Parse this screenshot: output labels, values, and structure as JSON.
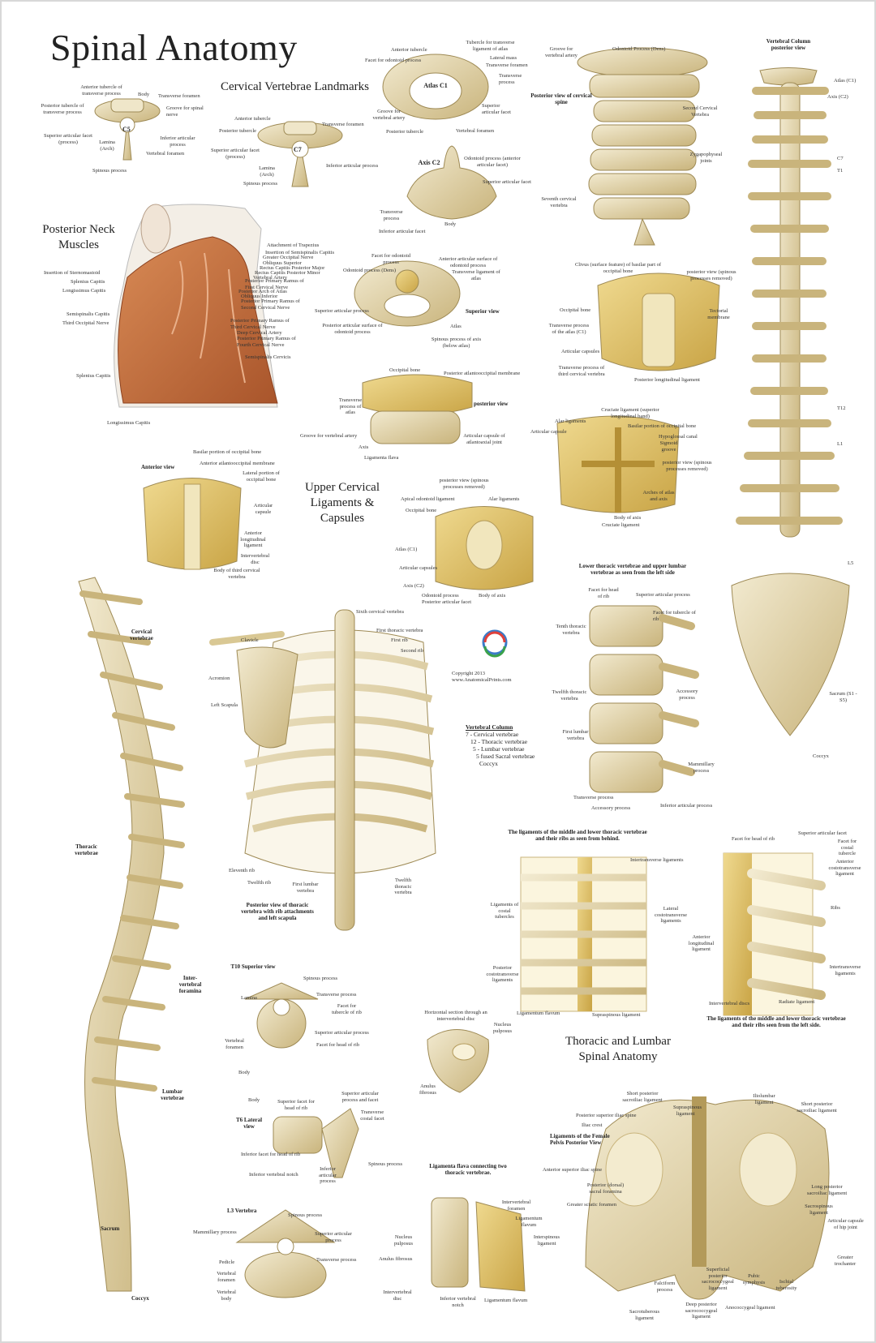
{
  "title": "Spinal Anatomy",
  "headings": {
    "cervical_landmarks": "Cervical Vertebrae Landmarks",
    "posterior_neck": "Posterior Neck Muscles",
    "upper_cervical": "Upper Cervical Ligaments & Capsules",
    "thoracic_lumbar": "Thoracic and Lumbar Spinal Anatomy"
  },
  "copyright": "Copyright 2013\nwww.AnatomicalPrints.com",
  "vertebral_column_legend": {
    "title": "Vertebral Column",
    "lines": [
      "7 - Cervical vertebrae",
      "12 - Thoracic vertebrae",
      "5 - Lumbar vertebrae",
      "5 fused Sacral vertebrae",
      "Coccyx"
    ]
  },
  "view_titles": {
    "posterior_view_cervical_spine": "Posterior view of cervical spine",
    "vertebral_column_posterior": "Vertebral Column posterior view",
    "superior_view": "Superior view",
    "posterior_view": "posterior view",
    "anterior_view": "Anterior view",
    "posterior_view_removed": "posterior view (spinous processes removed)",
    "posterior_view_thoracic": "Posterior view of thoracic vertebra with rib attachments and left scapula",
    "lower_thoracic_upper_lumbar": "Lower thoracic vertebrae and upper lumbar vertebrae as seen from the left side",
    "ligaments_middle_lower_behind": "The ligaments of the middle and lower thoracic vertebrae and their ribs as seen from behind.",
    "ligaments_middle_lower_left": "The ligaments of the middle and lower thoracic vertebrae and their ribs seen from the left side.",
    "t10_superior": "T10 Superior view",
    "t6_lateral": "T6 Lateral view",
    "l3_vertebra": "L3 Vertebra",
    "horizontal_section": "Horizontal section through an intervertebral disc",
    "ligamenta_flava": "Ligamenta flava connecting two thoracic vertebrae.",
    "female_pelvis": "Ligaments of the Female Pelvis Posterior View",
    "atlas": "Atlas C1",
    "axis": "Axis C2",
    "c5": "C5",
    "c7": "C7"
  },
  "labels": {
    "c5": [
      "Anterior tubercle of transverse process",
      "Body",
      "Transverse foramen",
      "Posterior tubercle of transverse process",
      "Groove for spinal nerve",
      "Superior articular facet (process)",
      "Inferior articular process",
      "Lamina (Arch)",
      "Vertebral foramen",
      "Spinous process"
    ],
    "c7": [
      "Anterior tubercle",
      "Transverse foramen",
      "Posterior tubercle",
      "Superior articular facet (process)",
      "Inferior articular process",
      "Lamina (Arch)",
      "Spinous process"
    ],
    "atlas": [
      "Anterior tubercle",
      "Tubercle for transverse ligament of atlas",
      "Facet for odontoid process",
      "Lateral mass",
      "Transverse foramen",
      "Transverse process",
      "Superior articular facet",
      "Groove for vertebral artery",
      "Posterior tubercle",
      "Vertebral foramen"
    ],
    "axis": [
      "Odontoid process (anterior articular facet)",
      "Superior articular facet",
      "Transverse process",
      "Body",
      "Inferior articular facet"
    ],
    "cervical_spine": [
      "Groove for vertebral artery",
      "Odontoid Process (Dens)",
      "Second Cervical Vertebra",
      "Zygapophyseal joints",
      "Seventh cervical vertebra"
    ],
    "neck_muscles": [
      "Attachment of Trapezius",
      "Insertion of Semispinalis Capitis",
      "Greater Occipital Nerve",
      "Obliquus Superior",
      "Rectus Capitis Posterior Major",
      "Rectus Capitis Posterior Minor",
      "Vertebral Artery",
      "Posterior Primary Ramus of First Cervical Nerve",
      "Posterior Arch of Atlas",
      "Obliquus Inferior",
      "Posterior Primary Ramus of Second Cervical Nerve",
      "Posterior Primary Ramus of Third Cervical Nerve",
      "Deep Cervical Artery",
      "Posterior Primary Ramus of Fourth Cervical Nerve",
      "Semispinalis Cervicis",
      "Insertion of Sternomastoid",
      "Splenius Capitis",
      "Longissimus Capitis",
      "Semispinalis Capitis",
      "Third Occipital Nerve",
      "Splenius Capitis",
      "Longissimus Capitis"
    ],
    "superior_atlas": [
      "Facet for odontoid process",
      "Anterior articular surface of odontoid process",
      "Odontoid process (Dens)",
      "Transverse ligament of atlas",
      "Superior articular process",
      "Atlas",
      "Posterior articular surface of odontoid process",
      "Spinous process of axis (below atlas)"
    ],
    "posterior_ligaments": [
      "Occipital bone",
      "Posterior atlantooccipital membrane",
      "Transverse process of atlas",
      "Groove for vertebral artery",
      "Axis",
      "Ligamenta flava",
      "Articular capsule of atlantoaxial joint"
    ],
    "clivus": [
      "Clivus (surface feature) of basilar part of occipital bone",
      "Occipital bone",
      "Transverse process of the atlas (C1)",
      "Tectorial membrane",
      "Articular capsules",
      "Transverse process of third cervical vertebra",
      "Posterior longitudinal ligament"
    ],
    "cruciate": [
      "Cruciate ligament (superior longitudinal band)",
      "Alar ligaments",
      "Basilar portion of occipital bone",
      "Articular capsule",
      "Hypoglossal canal",
      "Sigmoid groove",
      "Arches of atlas and axis",
      "Body of axis",
      "Cruciate ligament"
    ],
    "anterior_view": [
      "Basilar portion of occipital bone",
      "Anterior atlantooccipital membrane",
      "Lateral portion of occipital bone",
      "Articular capsule",
      "Anterior longitudinal ligament",
      "Intervertebral disc",
      "Body of third cervical vertebra"
    ],
    "upper_posterior": [
      "Apical odontoid ligament",
      "Alar ligaments",
      "Occipital bone",
      "Atlas (C1)",
      "Articular capsules",
      "Axis (C2)",
      "Odontoid process",
      "Posterior articular facet",
      "Body of axis"
    ],
    "column_posterior": [
      "Atlas (C1)",
      "Axis (C2)",
      "C7",
      "T1",
      "T12",
      "L1",
      "L5",
      "Sacrum (S1 - S5)",
      "Coccyx"
    ],
    "lateral_spine": [
      "Cervical vertebrae",
      "Thoracic vertebrae",
      "Inter-vertebral foramina",
      "Lumbar vertebrae",
      "Sacrum",
      "Coccyx"
    ],
    "ribcage": [
      "Sixth cervical vertebra",
      "First thoracic vertebra",
      "First rib",
      "Second rib",
      "Clavicle",
      "Acromion",
      "Left Scapula",
      "Eleventh rib",
      "Twelfth rib",
      "First lumbar vertebra",
      "Twelfth thoracic vertebra"
    ],
    "lower_thoracic": [
      "Facet for head of rib",
      "Superior articular process",
      "Facet for tubercle of rib",
      "Tenth thoracic vertebra",
      "Accessory process",
      "Twelfth thoracic vertebra",
      "First lumbar vertebra",
      "Mammillary process",
      "Transverse process",
      "Accessory process",
      "Inferior articular process"
    ],
    "ligaments_behind": [
      "Intertransverse ligaments",
      "Ligaments of costal tubercles",
      "Lateral costotransverse ligaments",
      "Posterior costotransverse ligaments",
      "Ligamentum flavum",
      "Supraspinous ligament"
    ],
    "ligaments_left": [
      "Facet for head of rib",
      "Superior articular facet",
      "Facet for costal tubercle",
      "Anterior costotransverse ligament",
      "Ribs",
      "Anterior longitudinal ligament",
      "Intertransverse ligaments",
      "Intervertebral discs",
      "Radiate ligament"
    ],
    "t10": [
      "Spinous process",
      "Lamina",
      "Transverse process",
      "Facet for tubercle of rib",
      "Superior articular process",
      "Vertebral foramen",
      "Facet for head of rib",
      "Body"
    ],
    "disc": [
      "Nucleus pulposus",
      "Anulus fibrosus"
    ],
    "t6": [
      "Body",
      "Superior facet for head of rib",
      "Superior articular process and facet",
      "Transverse costal facet",
      "Inferior facet for head of rib",
      "Spinous process",
      "Inferior vertebral notch",
      "Inferior articular process"
    ],
    "l3": [
      "Spinous process",
      "Mammillary process",
      "Superior articular process",
      "Transverse process",
      "Pedicle",
      "Vertebral foramen",
      "Vertebral body"
    ],
    "flava": [
      "Intervertebral foramen",
      "Ligamentum flavum",
      "Nucleus pulposus",
      "Anulus fibrosus",
      "Interspinous ligament",
      "Intervertebral disc",
      "Inferior vertebral notch",
      "Ligamentum flavum"
    ],
    "pelvis": [
      "Short posterior sacroiliac ligament",
      "Supraspinous ligament",
      "Iliolumbar ligament",
      "Short posterior sacroiliac ligament",
      "Posterior superior iliac spine",
      "Iliac crest",
      "Anterior superior iliac spine",
      "Posterior (dorsal) sacral foramina",
      "Long posterior sacroiliac ligament",
      "Greater sciatic foramen",
      "Sacrospinous ligament",
      "Articular capsule of hip joint",
      "Greater trochanter",
      "Falciform process",
      "Superficial posterior sacrococcygeal ligament",
      "Pubic symphysis",
      "Ischial tuberosity",
      "Sacrotuberous ligament",
      "Deep posterior sacrococcygeal ligament",
      "Anococcygeal ligament"
    ]
  },
  "colors": {
    "bone": "#e8dcb6",
    "bone_shade": "#c9b47c",
    "ligament": "#d9b85a",
    "muscle": "#c46c3c",
    "text": "#222222",
    "background": "#ffffff"
  }
}
